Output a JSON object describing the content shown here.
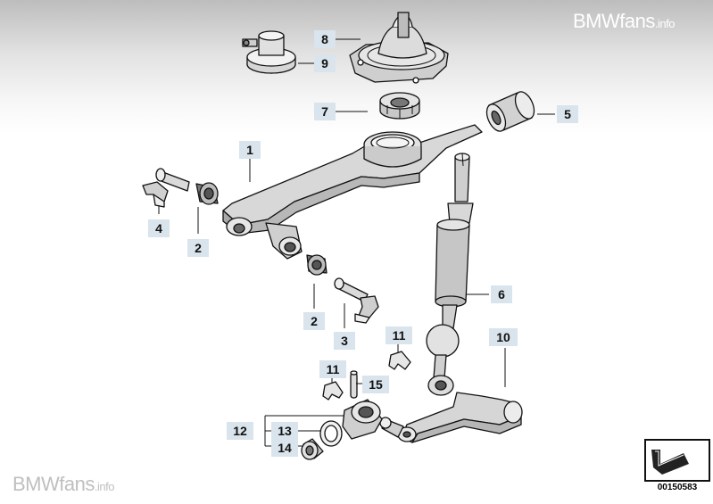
{
  "watermark": {
    "brand": "BMWfans",
    "suffix": ".info"
  },
  "catalog_code": "00150583",
  "callouts": [
    "1",
    "2",
    "2",
    "3",
    "4",
    "5",
    "6",
    "7",
    "8",
    "9",
    "10",
    "11",
    "11",
    "12",
    "13",
    "14",
    "15"
  ]
}
